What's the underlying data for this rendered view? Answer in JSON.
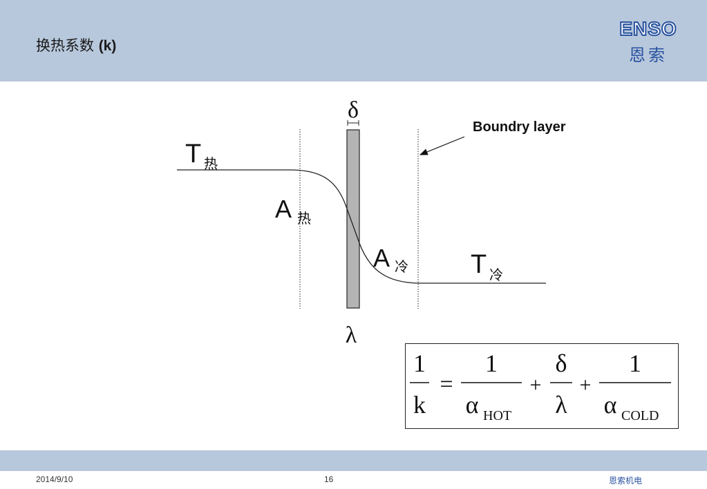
{
  "header": {
    "title_cn": "换热系数",
    "title_symbol": "(k)"
  },
  "logo": {
    "latin": "ENSO",
    "chinese": "恩索"
  },
  "diagram": {
    "delta_symbol": "δ",
    "lambda_symbol": "λ",
    "boundary_label": "Boundry layer",
    "t_hot": {
      "main": "T",
      "sub": "热"
    },
    "a_hot": {
      "main": "A",
      "sub": "热"
    },
    "a_cold": {
      "main": "A",
      "sub": "冷"
    },
    "t_cold": {
      "main": "T",
      "sub": "冷"
    }
  },
  "formula": {
    "lhs_num": "1",
    "lhs_den": "k",
    "equals": "=",
    "term1_num": "1",
    "term1_den": "α",
    "term1_sub": "HOT",
    "plus1": "+",
    "term2_num": "δ",
    "term2_den": "λ",
    "plus2": "+",
    "term3_num": "1",
    "term3_den": "α",
    "term3_sub": "COLD"
  },
  "footer": {
    "date": "2014/9/10",
    "page": "16",
    "company": "恩索机电"
  },
  "colors": {
    "band": "#b8c8dc",
    "brand": "#2a53a0",
    "wall": "#b4b4b4"
  }
}
